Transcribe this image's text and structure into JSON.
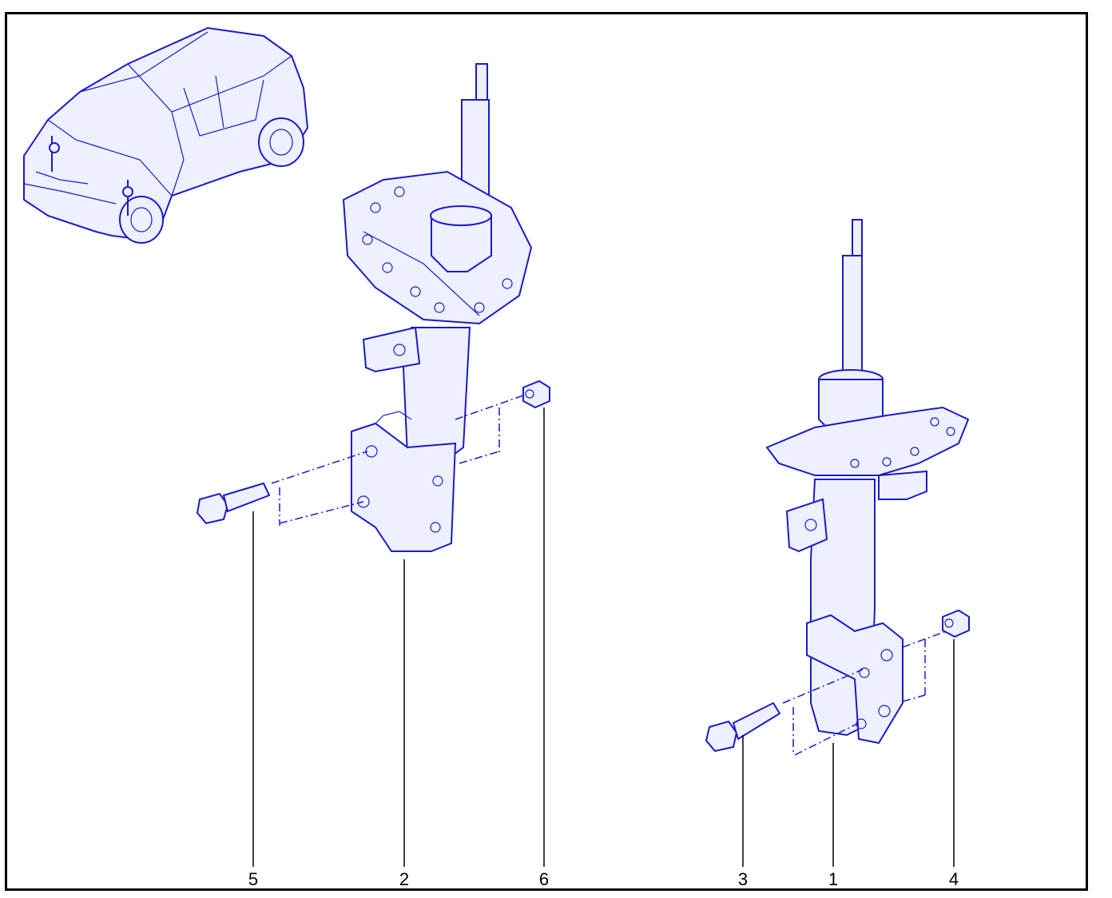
{
  "callouts": {
    "c5": "5",
    "c2": "2",
    "c6": "6",
    "c3": "3",
    "c1": "1",
    "c4": "4"
  },
  "colors": {
    "linework": "#1a1acc",
    "fill": "#eef0ff",
    "leader": "#000000",
    "border": "#000000"
  }
}
